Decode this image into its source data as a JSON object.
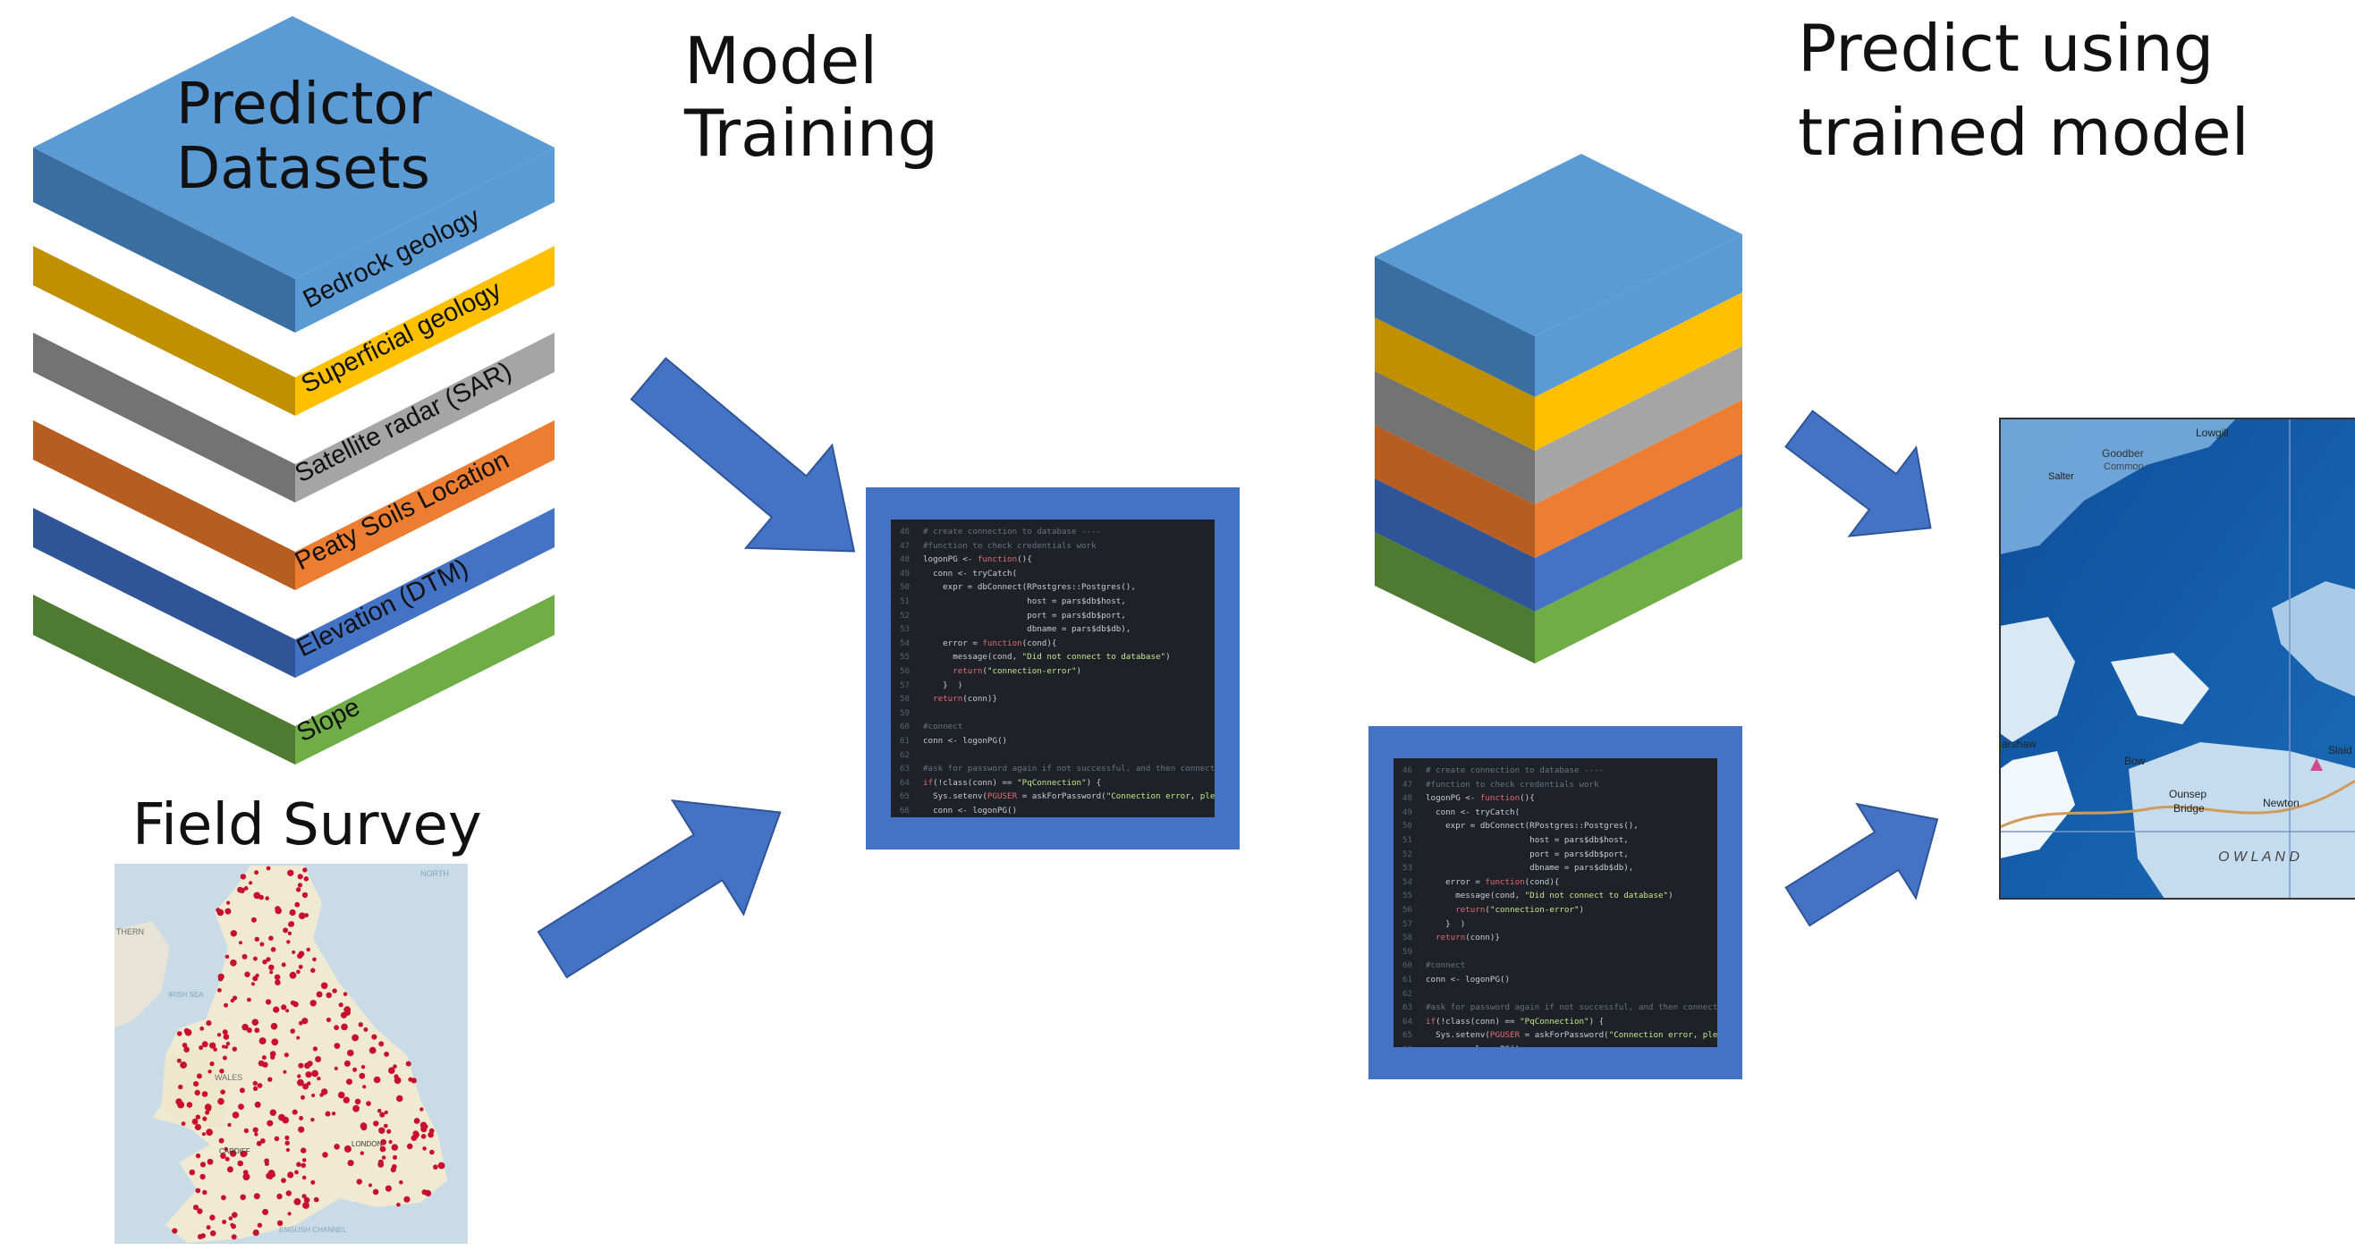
{
  "headings": {
    "predictor": [
      "Predictor",
      "Datasets"
    ],
    "model_training": [
      "Model",
      "Training"
    ],
    "predict": [
      "Predict using",
      "trained model"
    ],
    "field_survey": "Field Survey"
  },
  "layers": [
    {
      "label": "Bedrock geology",
      "color": "#5b9bd5"
    },
    {
      "label": "Superficial geology",
      "color": "#ffc000"
    },
    {
      "label": "Satellite radar (SAR)",
      "color": "#a5a5a5"
    },
    {
      "label": "Peaty Soils Location",
      "color": "#ed7d31"
    },
    {
      "label": "Elevation (DTM)",
      "color": "#4472c4"
    },
    {
      "label": "Slope",
      "color": "#70ad47"
    }
  ],
  "field_map_labels": [
    "NORTH",
    "THERN",
    "IRISH SEA",
    "WALES",
    "CARDIFF",
    "LONDON",
    "ENGLISH CHANNEL"
  ],
  "prediction_map_labels": [
    "Lowgill",
    "Goodber",
    "Salter",
    "Common",
    "Bow",
    "Ounsep",
    "Bridge",
    "Newton",
    "Slaid",
    "arshaw",
    "O W L A N D"
  ],
  "arrow_color": "#4472c4",
  "code_lines": [
    {
      "n": "46",
      "parts": [
        {
          "t": "# create connection to database ----",
          "c": "c"
        }
      ]
    },
    {
      "n": "47",
      "parts": [
        {
          "t": "#function to check credentials work",
          "c": "c"
        }
      ]
    },
    {
      "n": "48",
      "parts": [
        {
          "t": "logonPG <- ",
          "c": ""
        },
        {
          "t": "function",
          "c": "k"
        },
        {
          "t": "(){",
          "c": ""
        }
      ]
    },
    {
      "n": "49",
      "parts": [
        {
          "t": "  conn <- tryCatch(",
          "c": ""
        }
      ]
    },
    {
      "n": "50",
      "parts": [
        {
          "t": "    expr = dbConnect(RPostgres::Postgres(),",
          "c": ""
        }
      ]
    },
    {
      "n": "51",
      "parts": [
        {
          "t": "                     host = pars$db$host,",
          "c": ""
        }
      ]
    },
    {
      "n": "52",
      "parts": [
        {
          "t": "                     port = pars$db$port,",
          "c": ""
        }
      ]
    },
    {
      "n": "53",
      "parts": [
        {
          "t": "                     dbname = pars$db$db),",
          "c": ""
        }
      ]
    },
    {
      "n": "54",
      "parts": [
        {
          "t": "    error = ",
          "c": ""
        },
        {
          "t": "function",
          "c": "k"
        },
        {
          "t": "(cond){",
          "c": ""
        }
      ]
    },
    {
      "n": "55",
      "parts": [
        {
          "t": "      message(cond, ",
          "c": ""
        },
        {
          "t": "\"Did not connect to database\"",
          "c": "s"
        },
        {
          "t": ")",
          "c": ""
        }
      ]
    },
    {
      "n": "56",
      "parts": [
        {
          "t": "      return",
          "c": "k"
        },
        {
          "t": "(",
          "c": ""
        },
        {
          "t": "\"connection-error\"",
          "c": "s"
        },
        {
          "t": ")",
          "c": ""
        }
      ]
    },
    {
      "n": "57",
      "parts": [
        {
          "t": "    }  )",
          "c": ""
        }
      ]
    },
    {
      "n": "58",
      "parts": [
        {
          "t": "  return",
          "c": "k"
        },
        {
          "t": "(conn)}",
          "c": ""
        }
      ]
    },
    {
      "n": "59",
      "parts": [
        {
          "t": "",
          "c": ""
        }
      ]
    },
    {
      "n": "60",
      "parts": [
        {
          "t": "#connect",
          "c": "c"
        }
      ]
    },
    {
      "n": "61",
      "parts": [
        {
          "t": "conn <- logonPG()",
          "c": ""
        }
      ]
    },
    {
      "n": "62",
      "parts": [
        {
          "t": "",
          "c": ""
        }
      ]
    },
    {
      "n": "63",
      "parts": [
        {
          "t": "#ask for password again if not successful, and then connect",
          "c": "c"
        }
      ]
    },
    {
      "n": "64",
      "parts": [
        {
          "t": "if",
          "c": "k"
        },
        {
          "t": "(!class(conn) == ",
          "c": ""
        },
        {
          "t": "\"PqConnection\"",
          "c": "s"
        },
        {
          "t": ") {",
          "c": ""
        }
      ]
    },
    {
      "n": "65",
      "parts": [
        {
          "t": "  Sys.setenv(",
          "c": ""
        },
        {
          "t": "PGUSER",
          "c": "k"
        },
        {
          "t": " = askForPassword(",
          "c": ""
        },
        {
          "t": "\"Connection error, please",
          "c": "s"
        }
      ]
    },
    {
      "n": "66",
      "parts": [
        {
          "t": "  conn <- logonPG()",
          "c": ""
        }
      ]
    },
    {
      "n": "67",
      "parts": [
        {
          "t": "}",
          "c": ""
        }
      ]
    }
  ]
}
